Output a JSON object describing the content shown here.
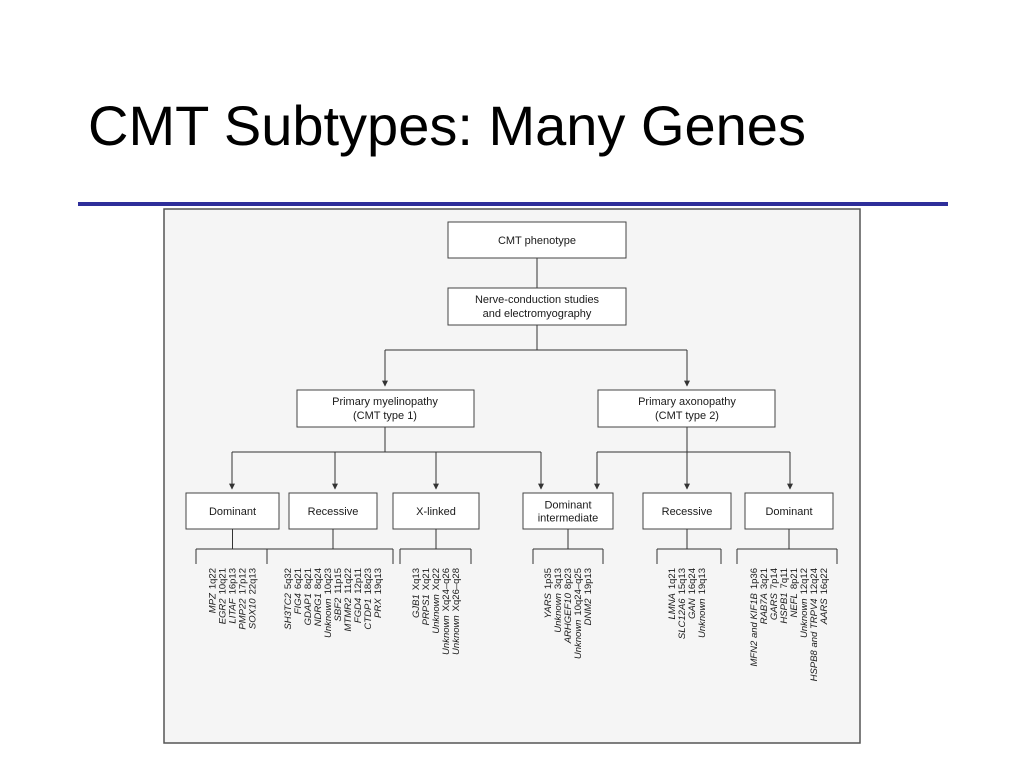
{
  "slide": {
    "title": "CMT Subtypes: Many Genes"
  },
  "diagram": {
    "root": "CMT phenotype",
    "test": [
      "Nerve-conduction studies",
      "and electromyography"
    ],
    "myelin": [
      "Primary myelinopathy",
      "(CMT type 1)"
    ],
    "axon": [
      "Primary axonopathy",
      "(CMT type 2)"
    ],
    "categories": [
      {
        "id": "dom1",
        "label": [
          "Dominant"
        ],
        "genes": [
          [
            "MPZ",
            "1q22"
          ],
          [
            "EGR2",
            "10q21"
          ],
          [
            "LITAF",
            "16p13"
          ],
          [
            "PMP22",
            "17p12"
          ],
          [
            "SOX10",
            "22q13"
          ]
        ]
      },
      {
        "id": "rec1",
        "label": [
          "Recessive"
        ],
        "genes": [
          [
            "SH3TC2",
            "5q32"
          ],
          [
            "FIG4",
            "6q21"
          ],
          [
            "GDAP1",
            "8q21"
          ],
          [
            "NDRG1",
            "8q24"
          ],
          [
            "Unknown",
            "10q23"
          ],
          [
            "SBF2",
            "11p15"
          ],
          [
            "MTMR2",
            "11q22"
          ],
          [
            "FGD4",
            "12p11"
          ],
          [
            "CTDP1",
            "18q23"
          ],
          [
            "PRX",
            "19q13"
          ]
        ]
      },
      {
        "id": "xl",
        "label": [
          "X-linked"
        ],
        "genes": [
          [
            "GJB1",
            "Xq13"
          ],
          [
            "PRPS1",
            "Xq21"
          ],
          [
            "Unknown",
            "Xq22"
          ],
          [
            "Unknown",
            "Xq24–q26"
          ],
          [
            "Unknown",
            "Xq26–q28"
          ]
        ]
      },
      {
        "id": "di",
        "label": [
          "Dominant",
          "intermediate"
        ],
        "genes": [
          [
            "YARS",
            "1p35"
          ],
          [
            "Unknown",
            "3q13"
          ],
          [
            "ARHGEF10",
            "8p23"
          ],
          [
            "Unknown",
            "10q24–q25"
          ],
          [
            "DNM2",
            "19p13"
          ]
        ]
      },
      {
        "id": "rec2",
        "label": [
          "Recessive"
        ],
        "genes": [
          [
            "LMNA",
            "1q21"
          ],
          [
            "SLC12A6",
            "15q13"
          ],
          [
            "GAN",
            "16q24"
          ],
          [
            "Unknown",
            "19q13"
          ]
        ]
      },
      {
        "id": "dom2",
        "label": [
          "Dominant"
        ],
        "genes": [
          [
            "MFN2 and KIF1B",
            "1p36"
          ],
          [
            "RAB7A",
            "3q21"
          ],
          [
            "GARS",
            "7p14"
          ],
          [
            "HSPB1",
            "7q11"
          ],
          [
            "NEFL",
            "8p21"
          ],
          [
            "Unknown",
            "12q12"
          ],
          [
            "HSPB8 and TRPV4",
            "12q24"
          ],
          [
            "AARS",
            "16q22"
          ]
        ]
      }
    ]
  },
  "colors": {
    "title_rule": "#2e2e9a",
    "line": "#333333",
    "panel": "#f5f5f5",
    "panel_border": "#555555"
  }
}
